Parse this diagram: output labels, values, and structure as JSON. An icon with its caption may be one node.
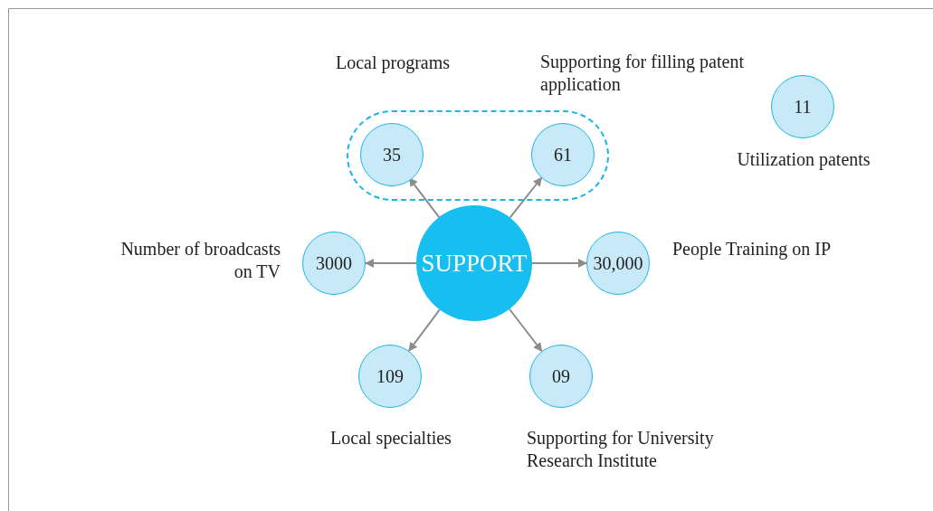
{
  "diagram": {
    "nodes": [
      {
        "text": [],
        "shape": "box"
      },
      {
        "text": [
          "35"
        ],
        "in": 0,
        "beside": [
          "Local programs"
        ]
      },
      {
        "text": [
          "61"
        ],
        "in": 0,
        "beside": [
          "Supporting for filling patent application"
        ]
      },
      {
        "text": [
          "11"
        ],
        "beside": [
          "Utilization patents"
        ]
      },
      {
        "text": [
          "3000"
        ],
        "beside": [
          "Number of broadcasts on TV"
        ]
      },
      {
        "text": [
          "SUPPORT"
        ]
      },
      {
        "text": [
          "30,000"
        ],
        "beside": [
          "People Training on IP"
        ]
      },
      {
        "text": [
          "109"
        ],
        "beside": [
          "Local specialties"
        ]
      },
      {
        "text": [
          "09"
        ],
        "beside": [
          "Supporting for University Research Institute"
        ]
      }
    ],
    "edges": [
      {
        "from": 5,
        "to": 1,
        "arrow": "to"
      },
      {
        "from": 5,
        "to": 2,
        "arrow": "to"
      },
      {
        "from": 5,
        "to": 4,
        "arrow": "to"
      },
      {
        "from": 5,
        "to": 6,
        "arrow": "to"
      },
      {
        "from": 5,
        "to": 7,
        "arrow": "to"
      },
      {
        "from": 5,
        "to": 8,
        "arrow": "to"
      }
    ]
  }
}
